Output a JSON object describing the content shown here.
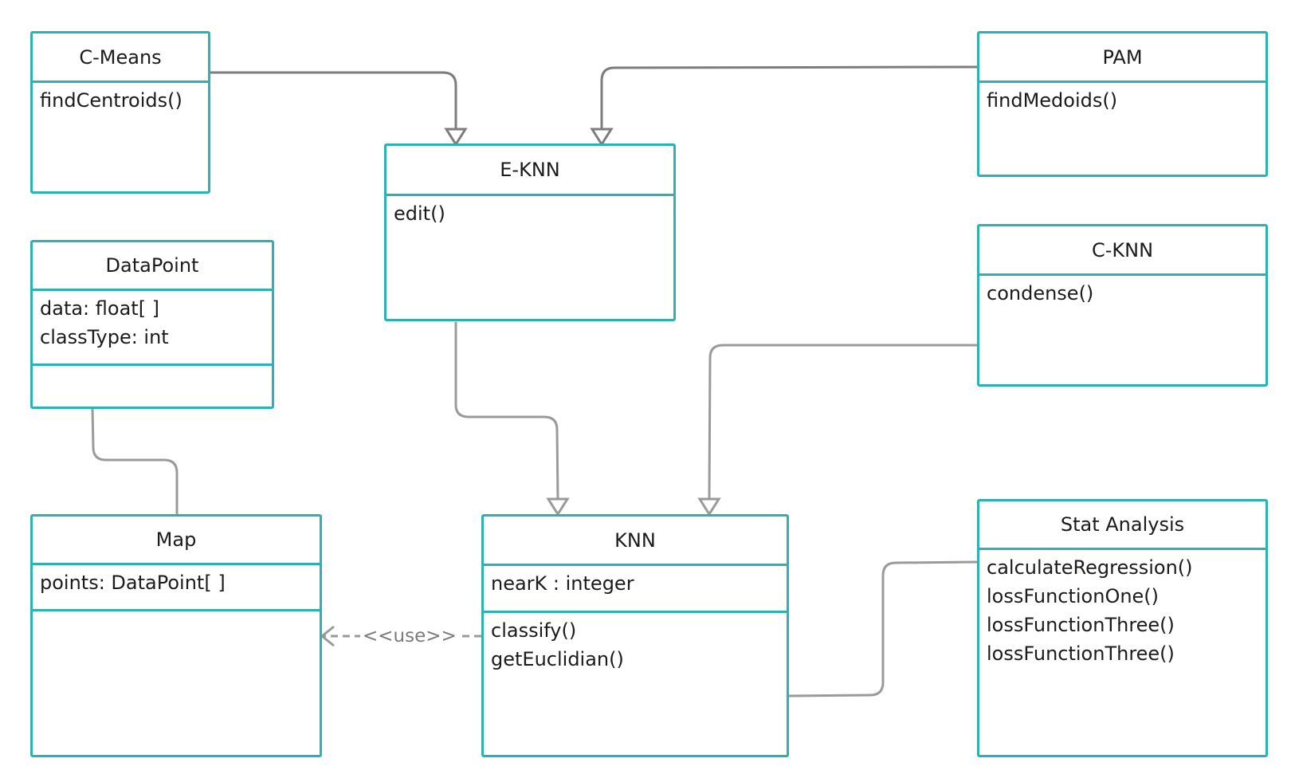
{
  "classes": {
    "cmeans": {
      "name": "C-Means",
      "methods": [
        "findCentroids()"
      ]
    },
    "pam": {
      "name": "PAM",
      "methods": [
        "findMedoids()"
      ]
    },
    "eknn": {
      "name": "E-KNN",
      "methods": [
        "edit()"
      ]
    },
    "datapoint": {
      "name": "DataPoint",
      "attributes": [
        "data: float[ ]",
        "classType: int"
      ]
    },
    "cknn": {
      "name": "C-KNN",
      "methods": [
        "condense()"
      ]
    },
    "map": {
      "name": "Map",
      "attributes": [
        "points: DataPoint[ ]"
      ]
    },
    "knn": {
      "name": "KNN",
      "attributes": [
        "nearK : integer"
      ],
      "methods": [
        "classify()",
        "getEuclidian()"
      ]
    },
    "stat": {
      "name": "Stat Analysis",
      "methods": [
        "calculateRegression()",
        "lossFunctionOne()",
        "lossFunctionThree()",
        "lossFunctionThree()"
      ]
    }
  },
  "relations": {
    "use_label": "<<use>>"
  },
  "colors": {
    "class_border": "#2bb3b1",
    "connector": "#8a8a8a",
    "text": "#1b1b1b"
  }
}
